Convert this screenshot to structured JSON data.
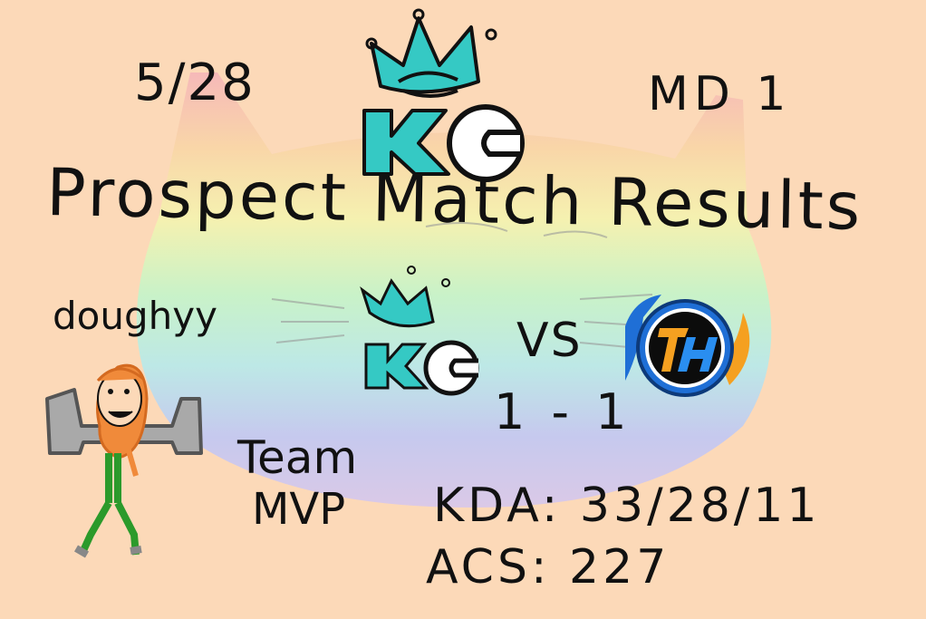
{
  "header": {
    "date": "5/28",
    "matchday": "MD 1"
  },
  "title": "Prospect Match Results",
  "player": {
    "name": "doughyy",
    "award": [
      "Team",
      "MVP"
    ]
  },
  "match": {
    "home_logo": "KC",
    "away_logo": "TH",
    "versus": "VS",
    "score": "1 - 1"
  },
  "stats": {
    "kda": "KDA: 33/28/11",
    "acs": "ACS: 227"
  },
  "colors": {
    "background": "#fcd9b8",
    "kc_teal": "#35c9c4",
    "th_blue": "#1f6fd6",
    "th_orange": "#f5a020",
    "beard": "#f08a3a",
    "shirt": "#2b9a2b",
    "dumbbell": "#a9a9a9"
  },
  "icons": [
    "crown-icon",
    "rainbow-cat-watermark",
    "kc-logo",
    "th-logo",
    "player-doodle"
  ]
}
